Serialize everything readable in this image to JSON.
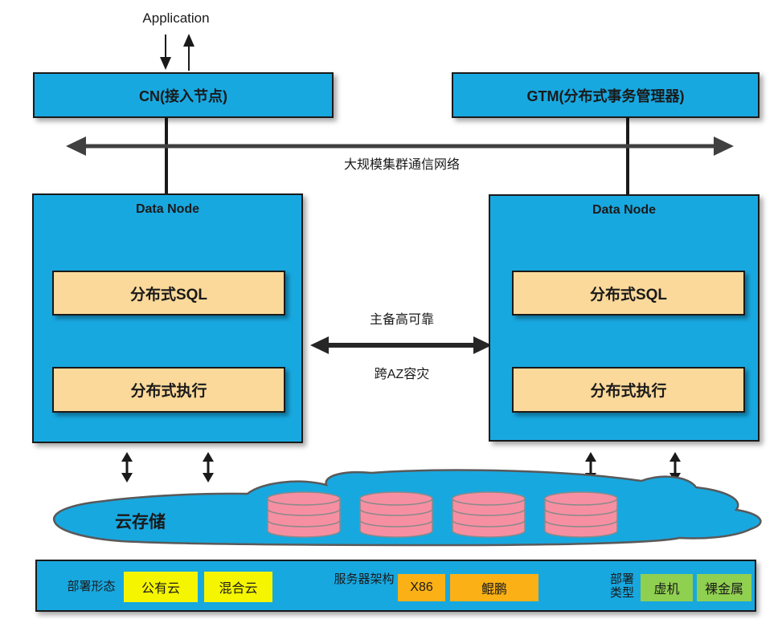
{
  "colors": {
    "node-blue": "#18A8E0",
    "module-tan": "#FBD99A",
    "cylinder-pink": "#F78FA2",
    "chip-yellow": "#F5F500",
    "chip-amber": "#FBB116",
    "chip-green": "#90D050",
    "arrow-gray": "#404040",
    "cloud-stroke": "#595959"
  },
  "top": {
    "application_label": "Application"
  },
  "nodes": {
    "cn": {
      "label": "CN(接入节点)"
    },
    "gtm": {
      "label": "GTM(分布式事务管理器)"
    },
    "dn_left": {
      "title": "Data Node",
      "modules": [
        "分布式SQL",
        "分布式执行"
      ]
    },
    "dn_right": {
      "title": "Data Node",
      "modules": [
        "分布式SQL",
        "分布式执行"
      ]
    }
  },
  "links": {
    "cluster_network": "大规模集群通信网络",
    "ha_primary_standby": "主备高可靠",
    "cross_az_dr": "跨AZ容灾"
  },
  "storage": {
    "cloud_label": "云存储",
    "cylinder_count": 4
  },
  "legend": {
    "deployment_form": {
      "label": "部署形态",
      "options": [
        "公有云",
        "混合云"
      ]
    },
    "server_arch": {
      "label": "服务器架构",
      "options": [
        "X86",
        "鲲鹏"
      ]
    },
    "deployment_type": {
      "label": "部署类型",
      "options": [
        "虚机",
        "裸金属"
      ]
    }
  }
}
